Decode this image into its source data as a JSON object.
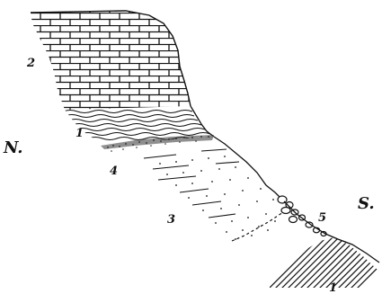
{
  "labels": {
    "north": "N.",
    "south": "S.",
    "layer_1_upper": "1",
    "layer_1_lower": "1",
    "layer_2": "2",
    "layer_3": "3",
    "layer_4": "4",
    "layer_5": "5"
  }
}
